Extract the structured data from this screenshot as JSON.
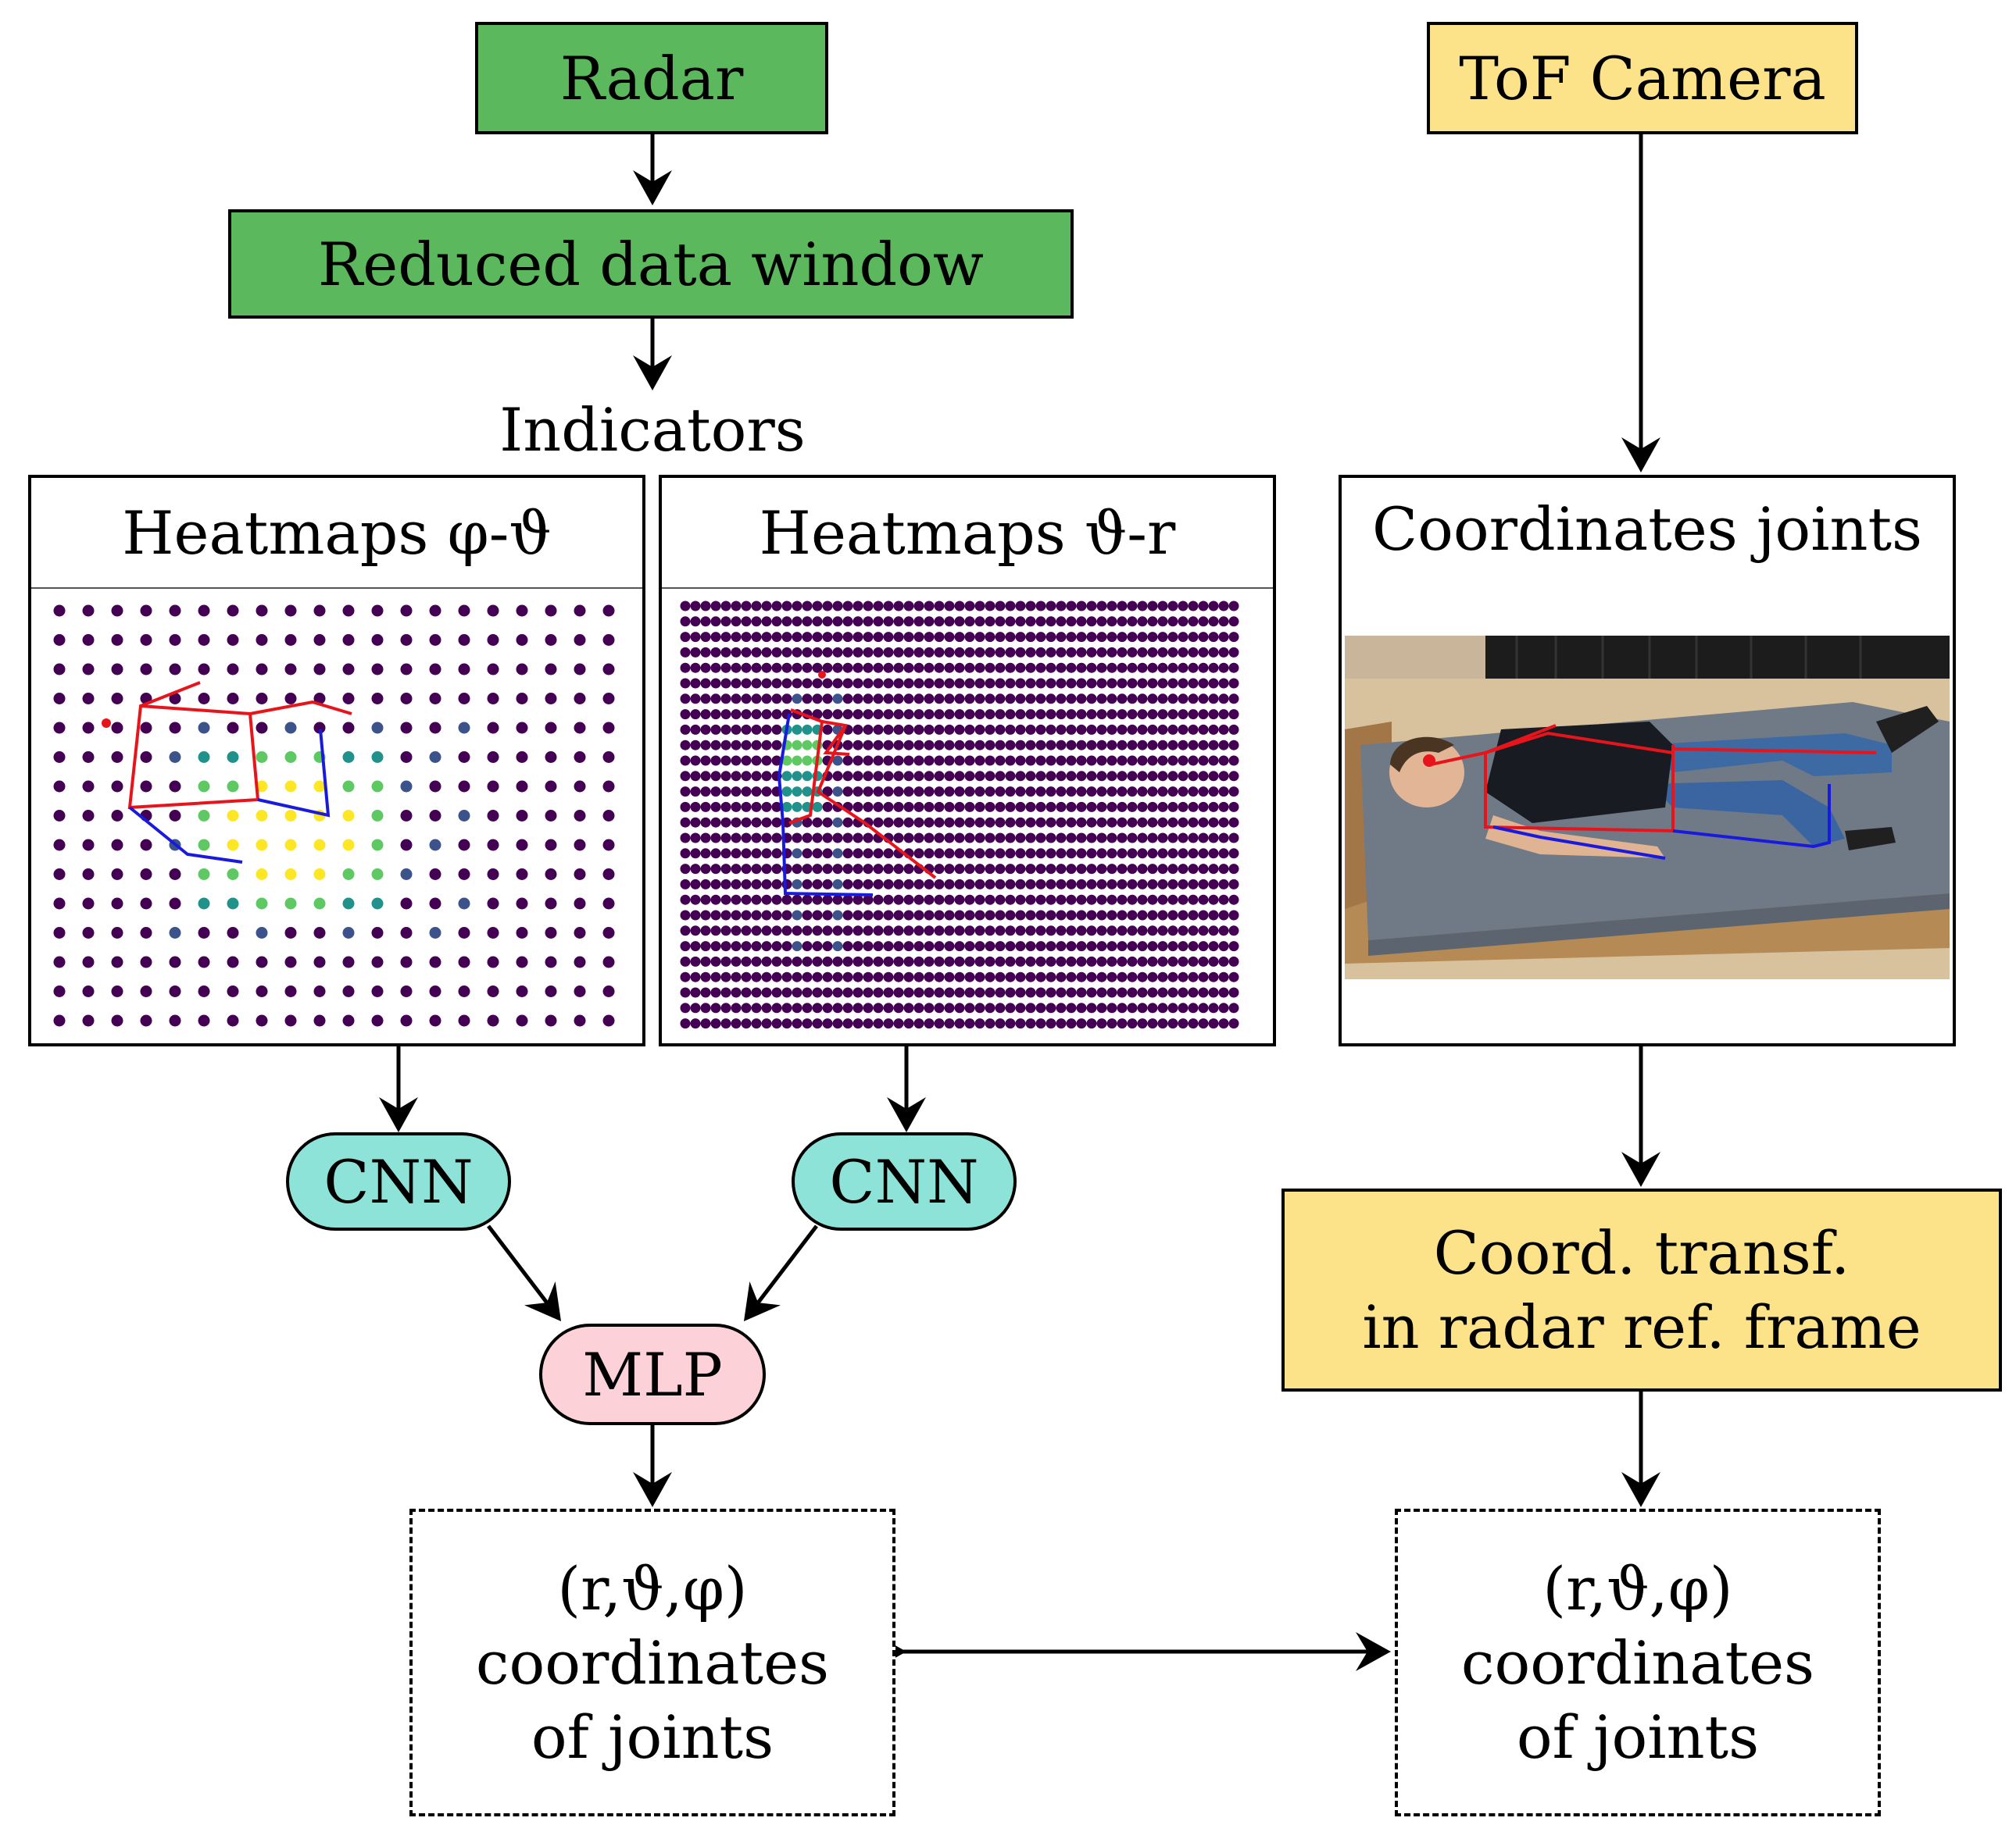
{
  "nodes": {
    "radar": "Radar",
    "reduced_window": "Reduced data window",
    "indicators": "Indicators",
    "heatmap_phi_theta_title": "Heatmaps φ-ϑ",
    "heatmap_theta_r_title": "Heatmaps ϑ-r",
    "tof_camera": "ToF Camera",
    "coordinates_joints": "Coordinates joints",
    "cnn_left": "CNN",
    "cnn_right": "CNN",
    "mlp": "MLP",
    "coord_transf_line1": "Coord. transf.",
    "coord_transf_line2": "in radar ref. frame",
    "output_left": {
      "line1": "(r,ϑ,φ)",
      "line2": "coordinates",
      "line3": "of joints"
    },
    "output_right": {
      "line1": "(r,ϑ,φ)",
      "line2": "coordinates",
      "line3": "of joints"
    }
  },
  "colors": {
    "radar_boxes": "#5cb85c",
    "camera_boxes": "#fce38a",
    "cnn": "#8ee3d8",
    "mlp": "#fcd2d8",
    "heatmap_bg_dot": "#440154",
    "skeleton_left_side": "#e8141b",
    "skeleton_right_side": "#1a1adf"
  },
  "icons": {
    "photo": "person-lying-on-bed-photo"
  }
}
